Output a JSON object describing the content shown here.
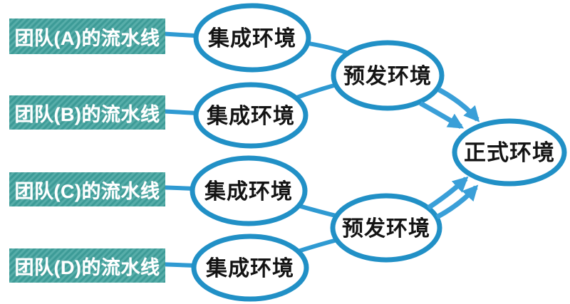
{
  "diagram": {
    "title": "multi-team pipeline environments flow",
    "colors": {
      "connector_line": "#2f9ad2",
      "arrow_line": "#3a9fd8",
      "node_stroke": "#2190c6",
      "node_fill": "#ffffff",
      "node_text": "#141414",
      "box_base": "#3d9b97",
      "box_stripe": "#57ada9",
      "box_text": "#ffffff",
      "background": "#ffffff"
    },
    "pipelines": [
      {
        "label": "团队(A)的流水线"
      },
      {
        "label": "团队(B)的流水线"
      },
      {
        "label": "团队(C)的流水线"
      },
      {
        "label": "团队(D)的流水线"
      }
    ],
    "nodes": {
      "integration": [
        {
          "label": "集成环境"
        },
        {
          "label": "集成环境"
        },
        {
          "label": "集成环境"
        },
        {
          "label": "集成环境"
        }
      ],
      "staging": [
        {
          "label": "预发环境"
        },
        {
          "label": "预发环境"
        }
      ],
      "production": {
        "label": "正式环境"
      }
    },
    "flow": {
      "description": "team pipelines -> integration env -> staging env -> production env",
      "arrow_count": 4
    }
  }
}
